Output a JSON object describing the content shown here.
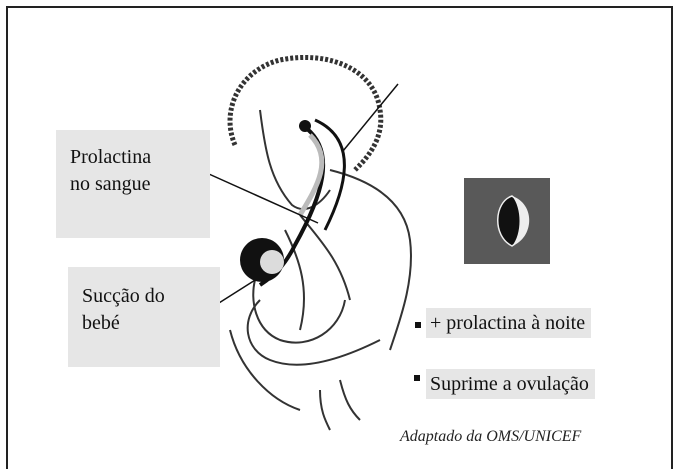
{
  "labels": {
    "prolactina_line1": "Prolactina",
    "prolactina_line2": "no sangue",
    "succao_line1": "Sucção do",
    "succao_line2": "bebé"
  },
  "bullets": [
    "+ prolactina à noite",
    "Suprime a ovulação"
  ],
  "credit": "Adaptado da OMS/UNICEF",
  "icons": {
    "moon": "crescent-moon-icon"
  }
}
